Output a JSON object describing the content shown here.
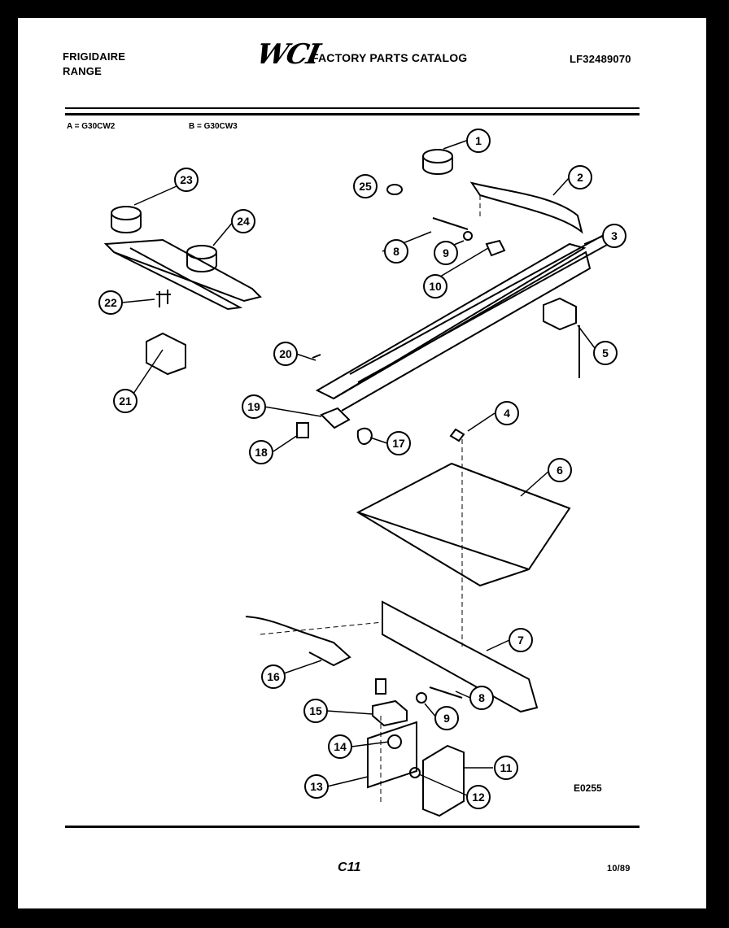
{
  "header": {
    "brand_line1": "FRIGIDAIRE",
    "brand_line2": "RANGE",
    "logo_text": "WCI",
    "catalog_title": "FACTORY PARTS CATALOG",
    "model_number": "LF32489070"
  },
  "models": {
    "a": "A = G30CW2",
    "b": "B = G30CW3"
  },
  "callouts": [
    "1",
    "2",
    "3",
    "4",
    "5",
    "6",
    "7",
    "8",
    "9",
    "10",
    "11",
    "12",
    "13",
    "14",
    "15",
    "16",
    "17",
    "18",
    "19",
    "20",
    "21",
    "22",
    "23",
    "24",
    "25",
    "8",
    "9"
  ],
  "figure_code": "E0255",
  "footer": {
    "page_code": "C11",
    "date": "10/89"
  }
}
